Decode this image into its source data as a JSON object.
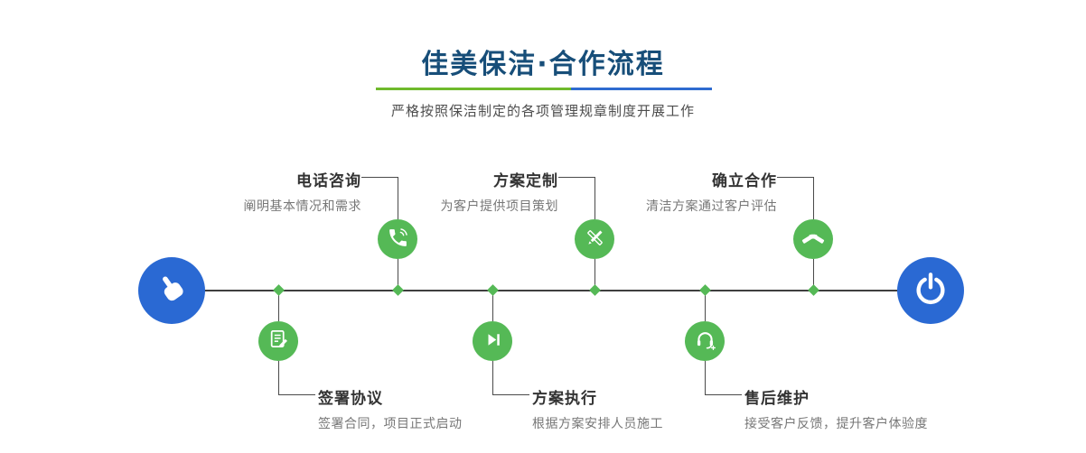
{
  "header": {
    "title": "佳美保洁·合作流程",
    "subtitle": "严格按照保洁制定的各项管理规章制度开展工作"
  },
  "colors": {
    "title_navy": "#174e79",
    "accent_green": "#55b956",
    "accent_blue": "#2a69d3",
    "divider_green": "#6fb92c",
    "divider_blue": "#2f6bd0",
    "line_gray": "#3f3f3f"
  },
  "terminals": {
    "start_icon": "pointer-hand-icon",
    "end_icon": "power-icon"
  },
  "steps": [
    {
      "label": "电话咨询",
      "desc": "阐明基本情况和需求",
      "icon": "phone-icon",
      "position": "top"
    },
    {
      "label": "方案定制",
      "desc": "为客户提供项目策划",
      "icon": "design-tools-icon",
      "position": "top"
    },
    {
      "label": "确立合作",
      "desc": "清洁方案通过客户评估",
      "icon": "handshake-icon",
      "position": "top"
    },
    {
      "label": "签署协议",
      "desc": "签署合同，项目正式启动",
      "icon": "contract-icon",
      "position": "bottom"
    },
    {
      "label": "方案执行",
      "desc": "根据方案安排人员施工",
      "icon": "execute-play-icon",
      "position": "bottom"
    },
    {
      "label": "售后维护",
      "desc": "接受客户反馈，提升客户体验度",
      "icon": "support-headset-icon",
      "position": "bottom"
    }
  ]
}
